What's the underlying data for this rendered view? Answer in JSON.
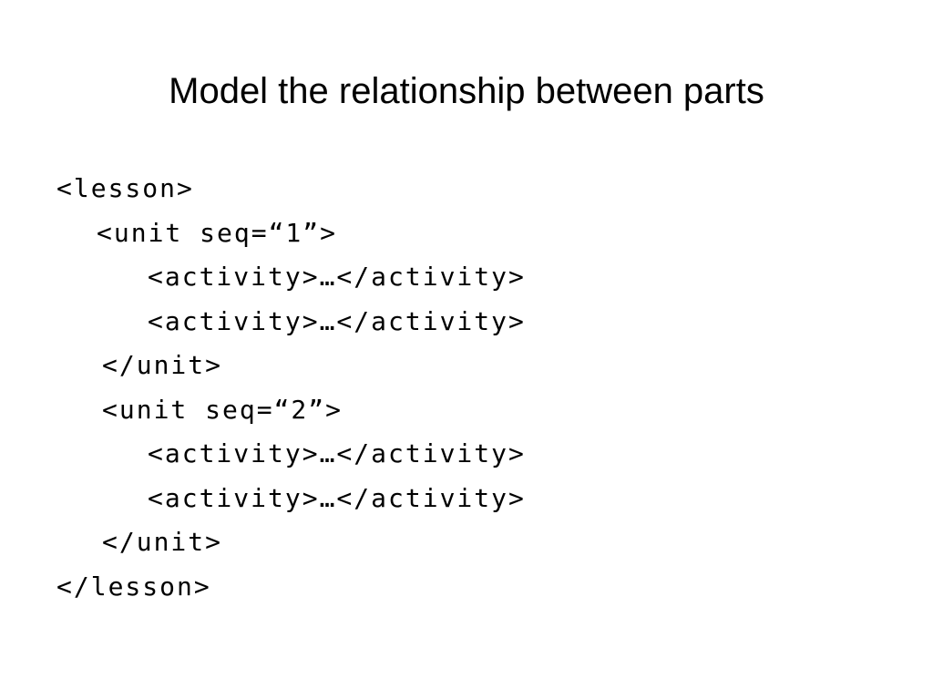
{
  "slide": {
    "title": "Model the relationship between parts",
    "code_lines": [
      "<lesson>",
      "<unit seq=“1”>",
      "<activity>…</activity>",
      "<activity>…</activity>",
      "</unit>",
      "<unit seq=“2”>",
      "<activity>…</activity>",
      "<activity>…</activity>",
      "</unit>",
      "</lesson>"
    ]
  }
}
